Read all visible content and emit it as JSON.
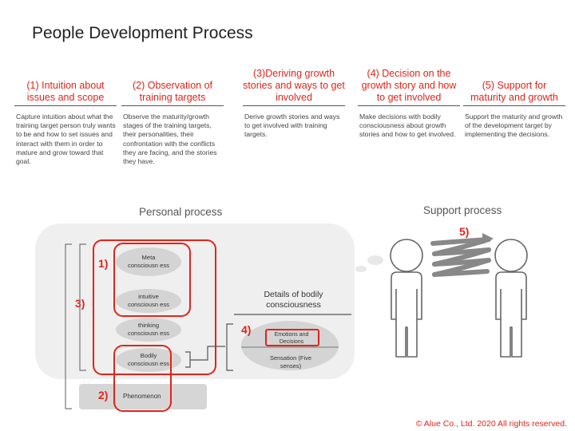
{
  "title": "People Development Process",
  "steps": [
    {
      "head": "(1) Intuition about issues and scope",
      "desc": "Capture intuition about what the training target person truly wants to be and how to set issues and interact with them in order to mature and grow toward that goal."
    },
    {
      "head": "(2) Observation of training targets",
      "desc": "Observe the maturity/growth stages of the training targets, their personalities, their confrontation with the conflicts they are facing, and the stories they have."
    },
    {
      "head": "(3)Deriving growth stories and ways to get involved",
      "desc": "Derive growth stories and ways to get involved with training targets."
    },
    {
      "head": "(4) Decision on the growth story and how to get involved",
      "desc": "Make decisions with bodily consciousness about growth stories and how to get involved."
    },
    {
      "head": "(5) Support for maturity and growth",
      "desc": "Support the maturity and growth of the development target by implementing the decisions."
    }
  ],
  "personal_process": {
    "title": "Personal process",
    "layers": [
      "Meta consciousn ess",
      "intuitive consciousn ess",
      "thinking consciousn ess",
      "Bodily consciousn ess"
    ],
    "phenomenon": "Phenomenon",
    "markers": {
      "m1": "1)",
      "m2": "2)",
      "m3": "3)",
      "m4": "4)"
    }
  },
  "details": {
    "title": "Details of bodily consciousness",
    "emotions": "Emotions and Decisions",
    "sensation": "Sensation (Five senses)"
  },
  "support_process": {
    "title": "Support process",
    "marker": "5)"
  },
  "colors": {
    "accent": "#e2231a",
    "panel": "#efefef",
    "oval": "#d4d4d4"
  },
  "copyright": "© Alue Co., Ltd.  2020  All rights reserved."
}
